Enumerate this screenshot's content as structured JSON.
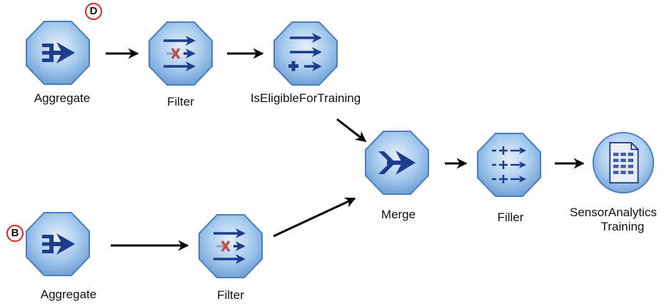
{
  "nodes": {
    "aggregate_top": {
      "label": "Aggregate",
      "icon": "aggregate-icon"
    },
    "filter_top": {
      "label": "Filter",
      "icon": "filter-icon"
    },
    "is_eligible": {
      "label": "IsEligibleForTraining",
      "icon": "derive-icon"
    },
    "aggregate_bottom": {
      "label": "Aggregate",
      "icon": "aggregate-icon"
    },
    "filter_bottom": {
      "label": "Filter",
      "icon": "filter-icon"
    },
    "merge": {
      "label": "Merge",
      "icon": "merge-icon"
    },
    "filler": {
      "label": "Filler",
      "icon": "filler-icon"
    },
    "output": {
      "label_line1": "SensorAnalytics",
      "label_line2": "Training",
      "icon": "table-document-icon"
    }
  },
  "badges": {
    "top": "D",
    "bottom": "B"
  },
  "colors": {
    "node_fill": "#7fb0e3",
    "node_fill_light": "#cfe3f7",
    "node_stroke": "#4a7fbf",
    "glyph": "#1e3c8c",
    "cross": "#c0504d",
    "badge_ring": "#d7261e",
    "arrow": "#000000"
  }
}
